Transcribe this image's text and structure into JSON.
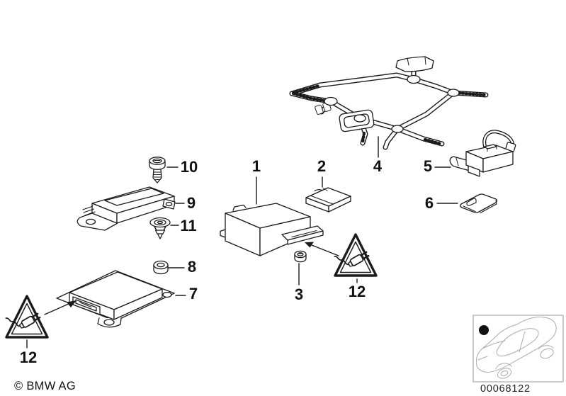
{
  "diagram": {
    "copyright": "© BMW AG",
    "part_number": "00068122"
  },
  "callouts": {
    "n1": "1",
    "n2": "2",
    "n3": "3",
    "n4": "4",
    "n5": "5",
    "n6": "6",
    "n7": "7",
    "n8": "8",
    "n9": "9",
    "n10": "10",
    "n11": "11",
    "n12_left": "12",
    "n12_right": "12"
  },
  "icons": {
    "warning_triangle": "electrical-plug-warning-triangle",
    "car_thumbnail": "car-outline-with-location-dot",
    "location_dot": "●"
  }
}
